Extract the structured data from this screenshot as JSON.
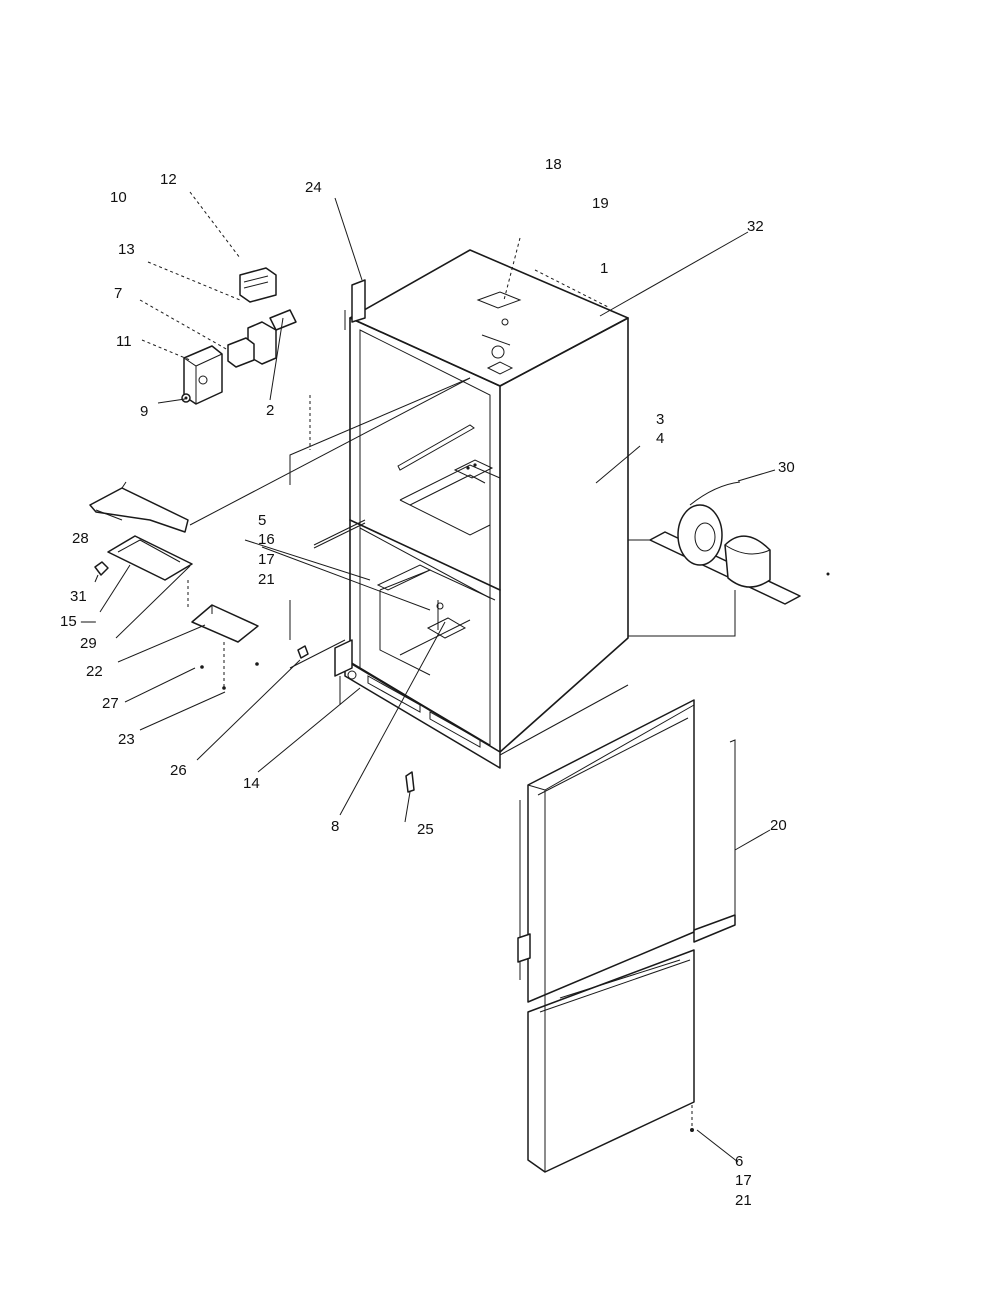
{
  "callouts": {
    "c1": "1",
    "c2": "2",
    "c3": "3",
    "c4": "4",
    "c5": "5",
    "c6": "6",
    "c7": "7",
    "c8": "8",
    "c9": "9",
    "c10": "10",
    "c11": "11",
    "c12": "12",
    "c13": "13",
    "c14": "14",
    "c15": "15 —",
    "c16": "16",
    "c17a": "17",
    "c17b": "17",
    "c18": "18",
    "c19": "19",
    "c20": "20",
    "c21a": "21",
    "c21b": "21",
    "c22": "22",
    "c23": "23",
    "c24": "24",
    "c25": "25",
    "c26": "26",
    "c27": "27",
    "c28": "28",
    "c29": "29",
    "c30": "30",
    "c31": "31",
    "c32": "32"
  }
}
